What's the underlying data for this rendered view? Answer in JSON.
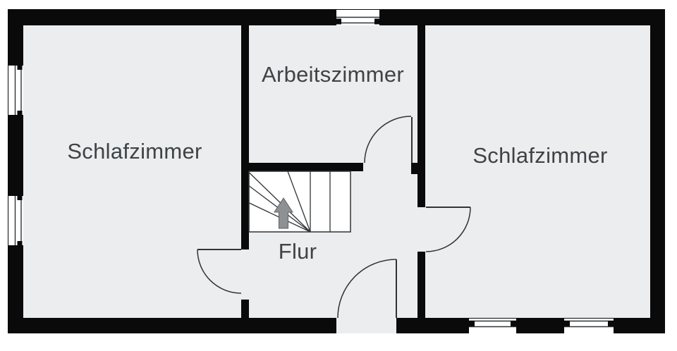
{
  "rooms": [
    {
      "id": "schlafzimmer-left",
      "label": "Schlafzimmer"
    },
    {
      "id": "arbeitszimmer",
      "label": "Arbeitszimmer"
    },
    {
      "id": "schlafzimmer-right",
      "label": "Schlafzimmer"
    },
    {
      "id": "flur",
      "label": "Flur"
    }
  ],
  "stairs": {
    "direction_icon": "up-arrow",
    "straight_treads": 2,
    "winder_treads": 5
  },
  "openings": {
    "windows": 5,
    "interior_doors": 3,
    "entry_doors": 1
  },
  "colors": {
    "bg": "#ffffff",
    "wall": "#0a0a0a",
    "floor": "#ecedef",
    "line": "#2f3437",
    "white": "#ffffff",
    "arrow": "#8e9194",
    "arrowline": "#5c6064",
    "text": "#3e4347"
  }
}
